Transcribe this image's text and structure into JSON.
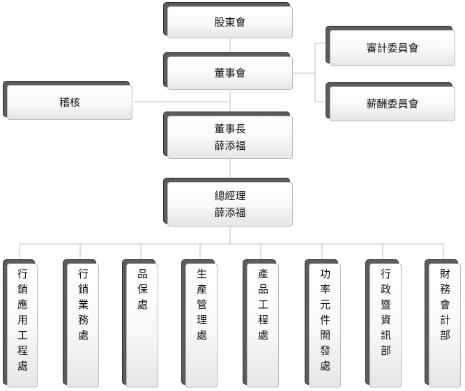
{
  "org": {
    "shareholders": "股東會",
    "board": "董事會",
    "audit_committee": "審計委員會",
    "compensation_committee": "薪酬委員會",
    "audit": "稽核",
    "chairman": {
      "title": "董事長",
      "name": "薛添福"
    },
    "gm": {
      "title": "總經理",
      "name": "薛添福"
    },
    "departments": [
      "行銷應用工程處",
      "行銷業務處",
      "品保處",
      "生產管理處",
      "產品工程處",
      "功率元件開發處",
      "行政暨資訊部",
      "財務會計部"
    ]
  }
}
